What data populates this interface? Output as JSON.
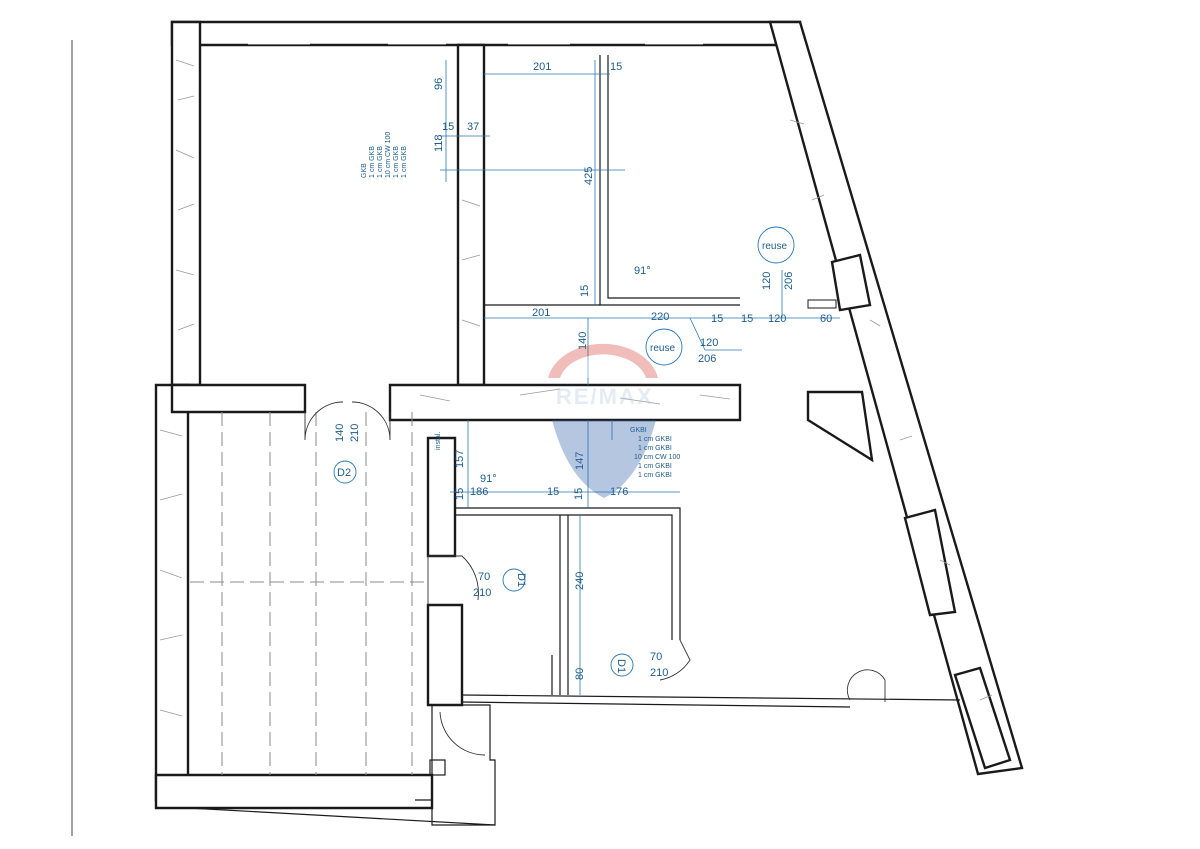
{
  "plan": {
    "dimensions": [
      "201",
      "15",
      "96",
      "15",
      "37",
      "118",
      "425",
      "91°",
      "120",
      "206",
      "15",
      "201",
      "220",
      "15",
      "15",
      "120",
      "60",
      "140",
      "120",
      "206",
      "140",
      "210",
      "157",
      "147",
      "91°",
      "15",
      "186",
      "15",
      "15",
      "176",
      "70",
      "210",
      "240",
      "80",
      "70",
      "210"
    ],
    "doors": [
      "D2",
      "D1",
      "D1"
    ],
    "room_notes": [
      "reuse",
      "reuse",
      "instal."
    ],
    "wall_spec_1": [
      "GKB",
      "1 cm  GKB",
      "1 cm  GKB",
      "10 cm  CW 100",
      "1 cm  GKB",
      "1 cm  GKB"
    ],
    "wall_spec_2": [
      "GKBI",
      "1 cm  GKBI",
      "1 cm  GKBI",
      "10 cm  CW 100",
      "1 cm  GKBI",
      "1 cm  GKBI"
    ],
    "watermark": "RE/MAX"
  },
  "colors": {
    "dimension": "#1d5c8a",
    "wall": "#1a1a1a",
    "watermark": "#c0392b"
  }
}
